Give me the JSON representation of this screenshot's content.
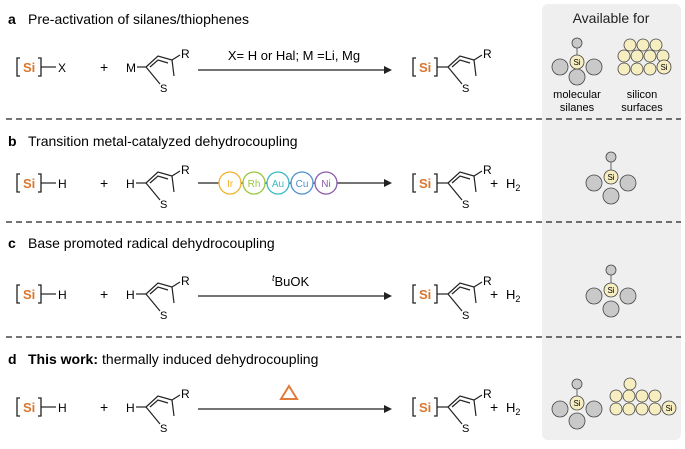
{
  "panel_right": {
    "title": "Available for",
    "label_molecular_1": "molecular",
    "label_molecular_2": "silanes",
    "label_surface_1": "silicon",
    "label_surface_2": "surfaces"
  },
  "si": "Si",
  "rows": [
    {
      "letter": "a",
      "title": "Pre-activation of silanes/thiophenes",
      "bold_prefix": "",
      "reagent_left_sub": "X",
      "reagent_right_prefix": "M",
      "condition": "X= H or Hal; M =Li, Mg",
      "product_extra": ""
    },
    {
      "letter": "b",
      "title": "Transition metal-catalyzed dehydrocoupling",
      "bold_prefix": "",
      "reagent_left_sub": "H",
      "reagent_right_prefix": "H",
      "metals": [
        "Ir",
        "Rh",
        "Au",
        "Cu",
        "Ni"
      ],
      "product_extra": "H"
    },
    {
      "letter": "c",
      "title": "Base promoted radical dehydrocoupling",
      "bold_prefix": "",
      "reagent_left_sub": "H",
      "reagent_right_prefix": "H",
      "condition_sup": "t",
      "condition": "BuOK",
      "product_extra": "H"
    },
    {
      "letter": "d",
      "title": "thermally induced dehydrocoupling",
      "bold_prefix": "This work:",
      "reagent_left_sub": "H",
      "reagent_right_prefix": "H",
      "product_extra": "H"
    }
  ],
  "common": {
    "plus": "+",
    "thiophene_S": "S",
    "thiophene_R": "R",
    "h2_sub": "2"
  },
  "colors": {
    "si_orange": "#d9772f",
    "panel_bg": "#efefef",
    "ir": "#f0b326",
    "rh": "#9bc53d",
    "au": "#3bb8c4",
    "cu": "#4f8fd0",
    "ni": "#8a5bab",
    "heat": "#e07b3b",
    "atom_grey": "#c9c9c9",
    "atom_yellow": "#f6eec0"
  }
}
